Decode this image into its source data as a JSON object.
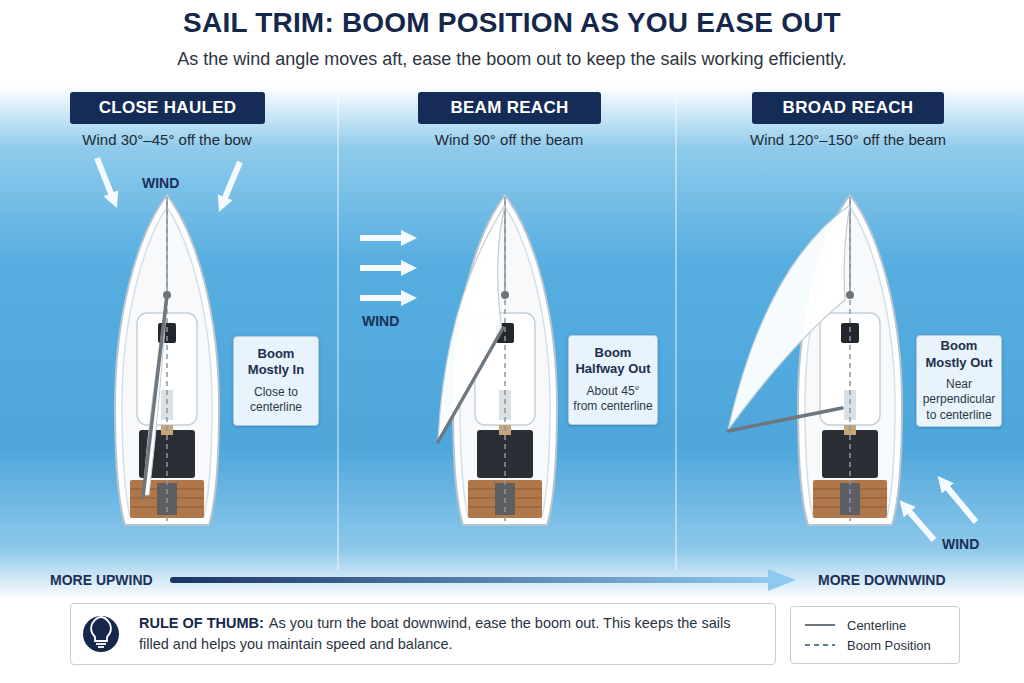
{
  "diagram": {
    "title": "SAIL TRIM: BOOM POSITION AS YOU EASE OUT",
    "nodes": [
      {
        "text": [
          "CLOSE HAULED"
        ]
      },
      {
        "text": [
          "BEAM REACH"
        ]
      },
      {
        "text": [
          "BROAD REACH"
        ]
      },
      {
        "text": [
          "Boom Mostly In",
          "Close to centerline"
        ]
      },
      {
        "text": [
          "Boom Halfway Out",
          "About 45° from centerline"
        ]
      },
      {
        "text": [
          "Boom Mostly Out",
          "Near perpendicular to centerline"
        ]
      },
      {
        "text": [
          "RULE OF THUMB:",
          "As you turn the boat downwind, ease the boom out. This keeps the sails filled and helps you maintain speed and balance."
        ]
      }
    ],
    "labels": [
      "As the wind angle moves aft, ease the boom out to keep the sails working efficiently.",
      "Wind 30°–45° off the bow",
      "WIND",
      "Wind 90° off the beam",
      "WIND",
      "Wind 120°–150° off the beam",
      "WIND",
      "MORE UPWIND",
      "MORE DOWNWIND"
    ],
    "legend": [
      {
        "text": "Centerline"
      },
      {
        "text": "Boom Position"
      }
    ]
  }
}
